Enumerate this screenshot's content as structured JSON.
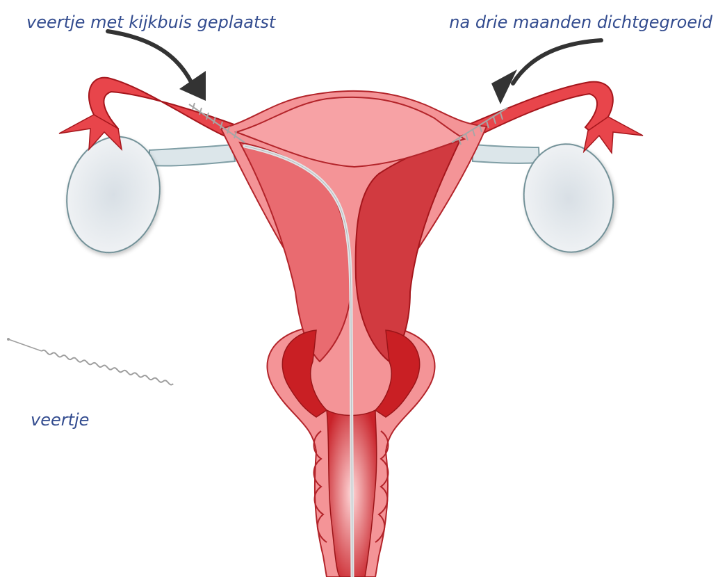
{
  "labels": {
    "left_top": "veertje met kijkbuis geplaatst",
    "right_top": "na drie maanden dichtgegroeid",
    "spring": "veertje"
  },
  "colors": {
    "label_text": "#334c8f",
    "uterus_light": "#f49497",
    "uterus_mid": "#e96b70",
    "uterus_dark": "#c91f24",
    "tube": "#e8454b",
    "ovary": "#eef1f4",
    "ovary_stroke": "#6f8f96",
    "arrow": "#333333",
    "catheter": "#e2e5e7",
    "coil": "#a6a6a6"
  }
}
